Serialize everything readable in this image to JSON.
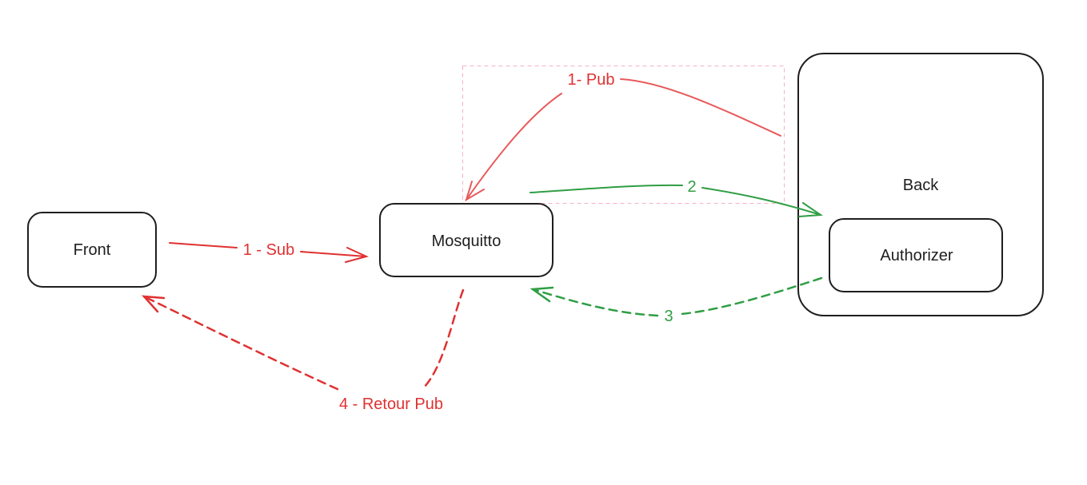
{
  "colors": {
    "red": "#e03131",
    "green": "#2f9e44",
    "selection": "#f5b3c0",
    "stroke": "#1e1e1e"
  },
  "nodes": {
    "front": "Front",
    "mosquitto": "Mosquitto",
    "back": "Back",
    "authorizer": "Authorizer"
  },
  "edges": [
    {
      "id": "sub",
      "label": "1 - Sub",
      "from": "Front",
      "to": "Mosquitto",
      "color": "red",
      "style": "solid"
    },
    {
      "id": "pub",
      "label": "1- Pub",
      "from": "Back",
      "to": "Mosquitto",
      "color": "red",
      "style": "solid"
    },
    {
      "id": "two",
      "label": "2",
      "from": "Mosquitto",
      "to": "Authorizer",
      "color": "green",
      "style": "solid"
    },
    {
      "id": "three",
      "label": "3",
      "from": "Authorizer",
      "to": "Mosquitto",
      "color": "green",
      "style": "dashed"
    },
    {
      "id": "retour",
      "label": "4 - Retour Pub",
      "from": "Mosquitto",
      "to": "Front",
      "color": "red",
      "style": "dashed"
    }
  ]
}
